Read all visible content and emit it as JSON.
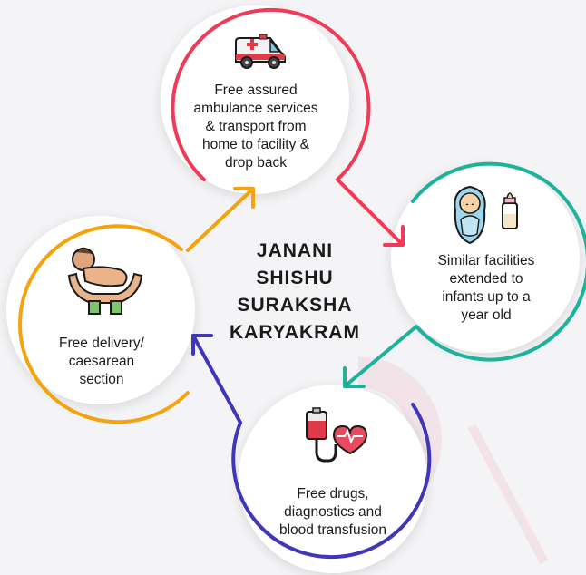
{
  "title_lines": [
    "JANANI",
    "SHISHU",
    "SURAKSHA",
    "KARYAKRAM"
  ],
  "nodes": {
    "ambulance": {
      "text": "Free assured\nambulance services\n& transport from\nhome to facility &\ndrop back",
      "color": "#ef3b57",
      "icon": "ambulance-icon"
    },
    "infants": {
      "text": "Similar facilities\nextended to\ninfants up to a\nyear old",
      "color": "#1db39a",
      "icon": "baby-bottle-icon"
    },
    "drugs": {
      "text": "Free drugs,\ndiagnostics and\nblood transfusion",
      "color": "#3f37b8",
      "icon": "blood-drip-icon"
    },
    "delivery": {
      "text": "Free delivery/\ncaesarean\nsection",
      "color": "#f4a30c",
      "icon": "newborn-hands-icon"
    }
  }
}
